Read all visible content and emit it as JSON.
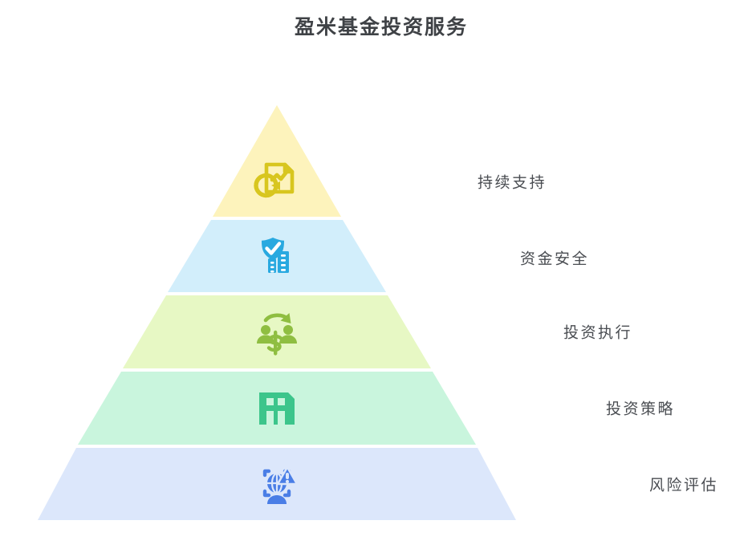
{
  "page": {
    "title": "盈米基金投资服务",
    "background_color": "#ffffff",
    "text_color": "#4a4d52"
  },
  "chart_data": {
    "type": "pyramid",
    "title": "盈米基金投资服务",
    "orientation": "apex-top",
    "levels": 5,
    "legend_position": "right",
    "grid": false,
    "tiers": [
      {
        "rank": 1,
        "label": "持续支持",
        "band_color": "#fdf3bc",
        "icon_color": "#d8c61f",
        "icon": "document-refresh-icon"
      },
      {
        "rank": 2,
        "label": "资金安全",
        "band_color": "#d2eefb",
        "icon_color": "#29a9e0",
        "icon": "shield-bank-icon"
      },
      {
        "rank": 3,
        "label": "投资执行",
        "band_color": "#e7f8c4",
        "icon_color": "#8fbe41",
        "icon": "people-exchange-money-icon"
      },
      {
        "rank": 4,
        "label": "投资策略",
        "band_color": "#c9f5dd",
        "icon_color": "#3cc58b",
        "icon": "strategy-columns-icon"
      },
      {
        "rank": 5,
        "label": "风险评估",
        "band_color": "#dce7fb",
        "icon_color": "#4a7ee6",
        "icon": "globe-warning-scan-icon"
      }
    ]
  }
}
